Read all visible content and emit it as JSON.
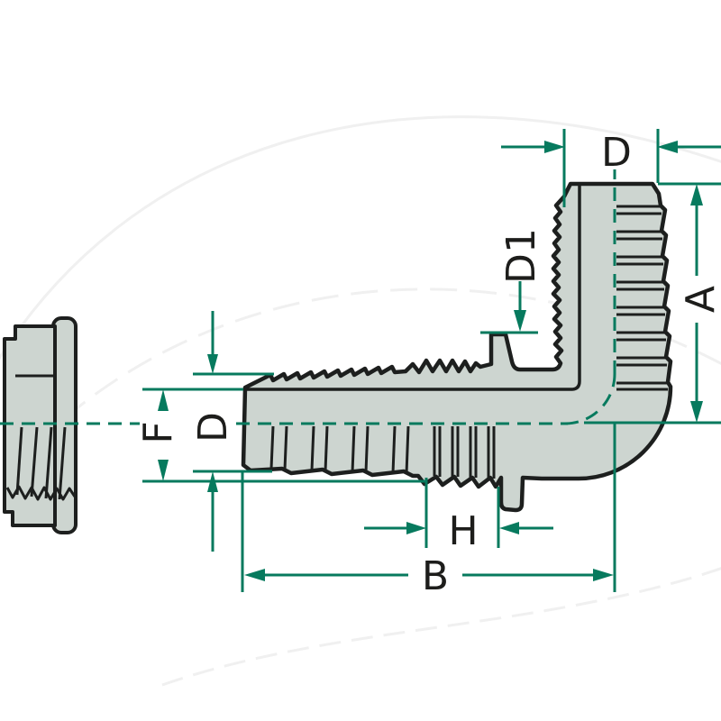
{
  "title": "Technical drawing: 90-degree barbed elbow hose fitting with union nut",
  "colors": {
    "dimension_accent": "#077a5e",
    "part_fill": "#cdd5d0",
    "part_outline": "#1d1f1e",
    "label_text": "#1d1d1b",
    "background": "#ffffff",
    "watermark": "#f0f0f0"
  },
  "labels": {
    "d_top": "D",
    "d1": "D1",
    "a": "A",
    "f": "F",
    "d_left": "D",
    "h": "H",
    "b": "B"
  }
}
